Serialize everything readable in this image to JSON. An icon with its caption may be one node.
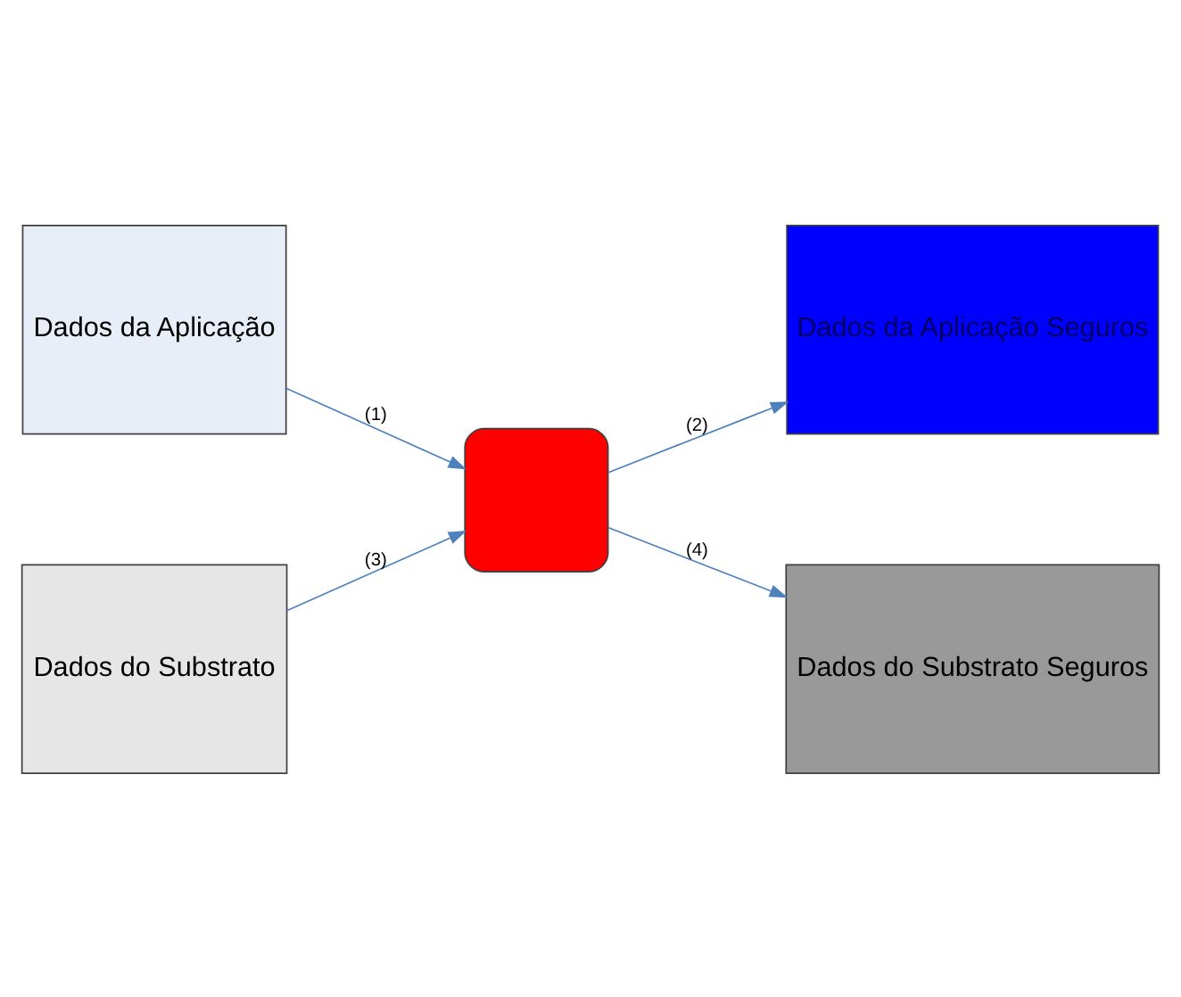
{
  "diagram": {
    "nodes": [
      {
        "text": [
          "Dados da Aplicação"
        ]
      },
      {
        "text": [
          "Dados da Aplicação Seguros"
        ]
      },
      {
        "text": [],
        "shape": "box"
      },
      {
        "text": [
          "Dados do Substrato"
        ]
      },
      {
        "text": [
          "Dados do Substrato Seguros"
        ]
      }
    ],
    "edges": [
      {
        "from": 0,
        "to": 2,
        "arrow": "to",
        "label": "(1)"
      },
      {
        "from": 2,
        "to": 1,
        "arrow": "to",
        "label": "(2)"
      },
      {
        "from": 3,
        "to": 2,
        "arrow": "to",
        "label": "(3)"
      },
      {
        "from": 2,
        "to": 4,
        "arrow": "to",
        "label": "(4)"
      }
    ]
  }
}
